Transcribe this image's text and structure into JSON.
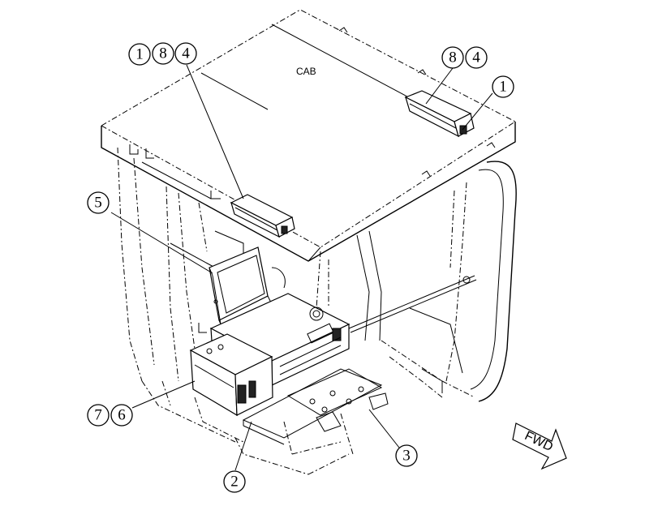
{
  "cab_label": "CAB",
  "fwd_label": "FWD",
  "callouts": {
    "c1a": "1",
    "c8a": "8",
    "c4a": "4",
    "c8b": "8",
    "c4b": "4",
    "c1b": "1",
    "c5": "5",
    "c7": "7",
    "c6": "6",
    "c3": "3",
    "c2": "2"
  }
}
